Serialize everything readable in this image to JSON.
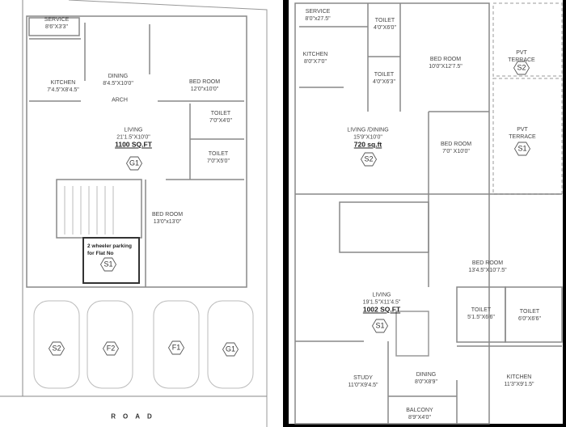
{
  "left_plan": {
    "rooms": [
      {
        "name": "SERVICE",
        "size": "8'6\"X3'3\""
      },
      {
        "name": "KITCHEN",
        "size": "7'4.5\"X8'4.5\""
      },
      {
        "name": "DINING",
        "size": "8'4.5\"X10'0\""
      },
      {
        "name": "BED ROOM",
        "size": "12'0\"x10'0\""
      },
      {
        "name": "ARCH",
        "size": ""
      },
      {
        "name": "TOILET",
        "size": "7'0\"X4'0\""
      },
      {
        "name": "TOILET",
        "size": "7'0\"X5'0\""
      },
      {
        "name": "LIVING",
        "size": "21'1.5\"X10'0\"",
        "area": "1100 SQ.FT"
      },
      {
        "name": "BED ROOM",
        "size": "13'0\"x13'0\""
      }
    ],
    "flat_tag": "G1",
    "parking_note": {
      "line1": "2 wheeler parking",
      "line2": "for Flat No",
      "tag": "S1"
    },
    "car_tags": [
      "S2",
      "F2",
      "F1",
      "G1"
    ],
    "road_label": "ROAD"
  },
  "right_plan": {
    "rooms": [
      {
        "name": "SERVICE",
        "size": "8'0\"x27.5\""
      },
      {
        "name": "TOILET",
        "size": "4'0\"X6'0\""
      },
      {
        "name": "KITCHEN",
        "size": "8'0\"X7'0\""
      },
      {
        "name": "TOILET",
        "size": "4'0\"X6'3\""
      },
      {
        "name": "BED ROOM",
        "size": "10'0\"X12'7.5\""
      },
      {
        "name": "PVT TERRACE",
        "size": "",
        "tag": "S2"
      },
      {
        "name": "LIVING /DINING",
        "size": "15'9\"X10'0\"",
        "area": "720 sq.ft",
        "tag": "S2"
      },
      {
        "name": "BED ROOM",
        "size": "7'0\" X10'0\""
      },
      {
        "name": "PVT TERRACE",
        "size": "",
        "tag": "S1"
      },
      {
        "name": "BED ROOM",
        "size": "13'4.5\"X10'7.5\""
      },
      {
        "name": "LIVING",
        "size": "19'1.5\"X11'4.5\"",
        "area": "1002 SQ.FT",
        "tag": "S1"
      },
      {
        "name": "TOILET",
        "size": "5'1.5\"X6'6\""
      },
      {
        "name": "TOILET",
        "size": "6'0\"X6'6\""
      },
      {
        "name": "STUDY",
        "size": "11'0\"X9'4.5\""
      },
      {
        "name": "DINING",
        "size": "8'0\"X8'9\""
      },
      {
        "name": "KITCHEN",
        "size": "11'3\"X9'1.5\""
      },
      {
        "name": "BALCONY",
        "size": "8'9\"X4'0\""
      }
    ]
  },
  "colors": {
    "wall": "#888888",
    "divider": "#000000",
    "paper": "#ffffff"
  }
}
